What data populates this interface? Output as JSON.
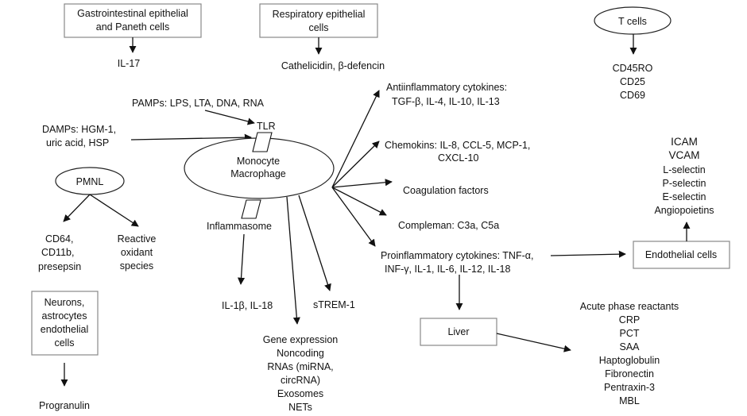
{
  "nodes": {
    "gi_box": [
      "Gastrointestinal epithelial",
      "and Paneth cells"
    ],
    "il17": "IL-17",
    "resp_box": [
      "Respiratory epithelial",
      "cells"
    ],
    "cathelicidin": "Cathelicidin, β-defencin",
    "tcells": "T cells",
    "tcell_markers": [
      "CD45RO",
      "CD25",
      "CD69"
    ],
    "pamps": "PAMPs: LPS, LTA, DNA, RNA",
    "tlr": "TLR",
    "damps": [
      "DAMPs: HGM-1,",
      "uric acid, HSP"
    ],
    "monocyte": [
      "Monocyte",
      "Macrophage"
    ],
    "inflammasome": "Inflammasome",
    "pmnl": "PMNL",
    "pmnl_left": [
      "CD64,",
      "CD11b,",
      "presepsin"
    ],
    "pmnl_right": [
      "Reactive",
      "oxidant",
      "species"
    ],
    "neurons_box": [
      "Neurons,",
      "astrocytes",
      "endothelial",
      "cells"
    ],
    "progranulin": "Progranulin",
    "il1b": "IL-1β, IL-18",
    "gene_expr": [
      "Gene expression",
      "Noncoding",
      "RNAs (miRNA,",
      "circRNA)",
      "Exosomes",
      "NETs"
    ],
    "strem": "sTREM-1",
    "antiinflam": [
      "Antiinflammatory cytokines:",
      "TGF-β, IL-4, IL-10, IL-13"
    ],
    "chemokins": [
      "Chemokins: IL-8, CCL-5, MCP-1,",
      "CXCL-10"
    ],
    "coag": "Coagulation factors",
    "compleman": "Compleman: C3a, C5a",
    "proinflam": [
      "Proinflammatory cytokines: TNF-α,",
      "INF-γ, IL-1, IL-6, IL-12, IL-18"
    ],
    "endothelial": "Endothelial cells",
    "adhesion": [
      "ICAM",
      "VCAM",
      "L-selectin",
      "P-selectin",
      "E-selectin",
      "Angiopoietins"
    ],
    "liver": "Liver",
    "acute_title": "Acute phase reactants",
    "acute": [
      "CRP",
      "PCT",
      "SAA",
      "Haptoglobulin",
      "Fibronectin",
      "Pentraxin-3",
      "MBL"
    ]
  }
}
